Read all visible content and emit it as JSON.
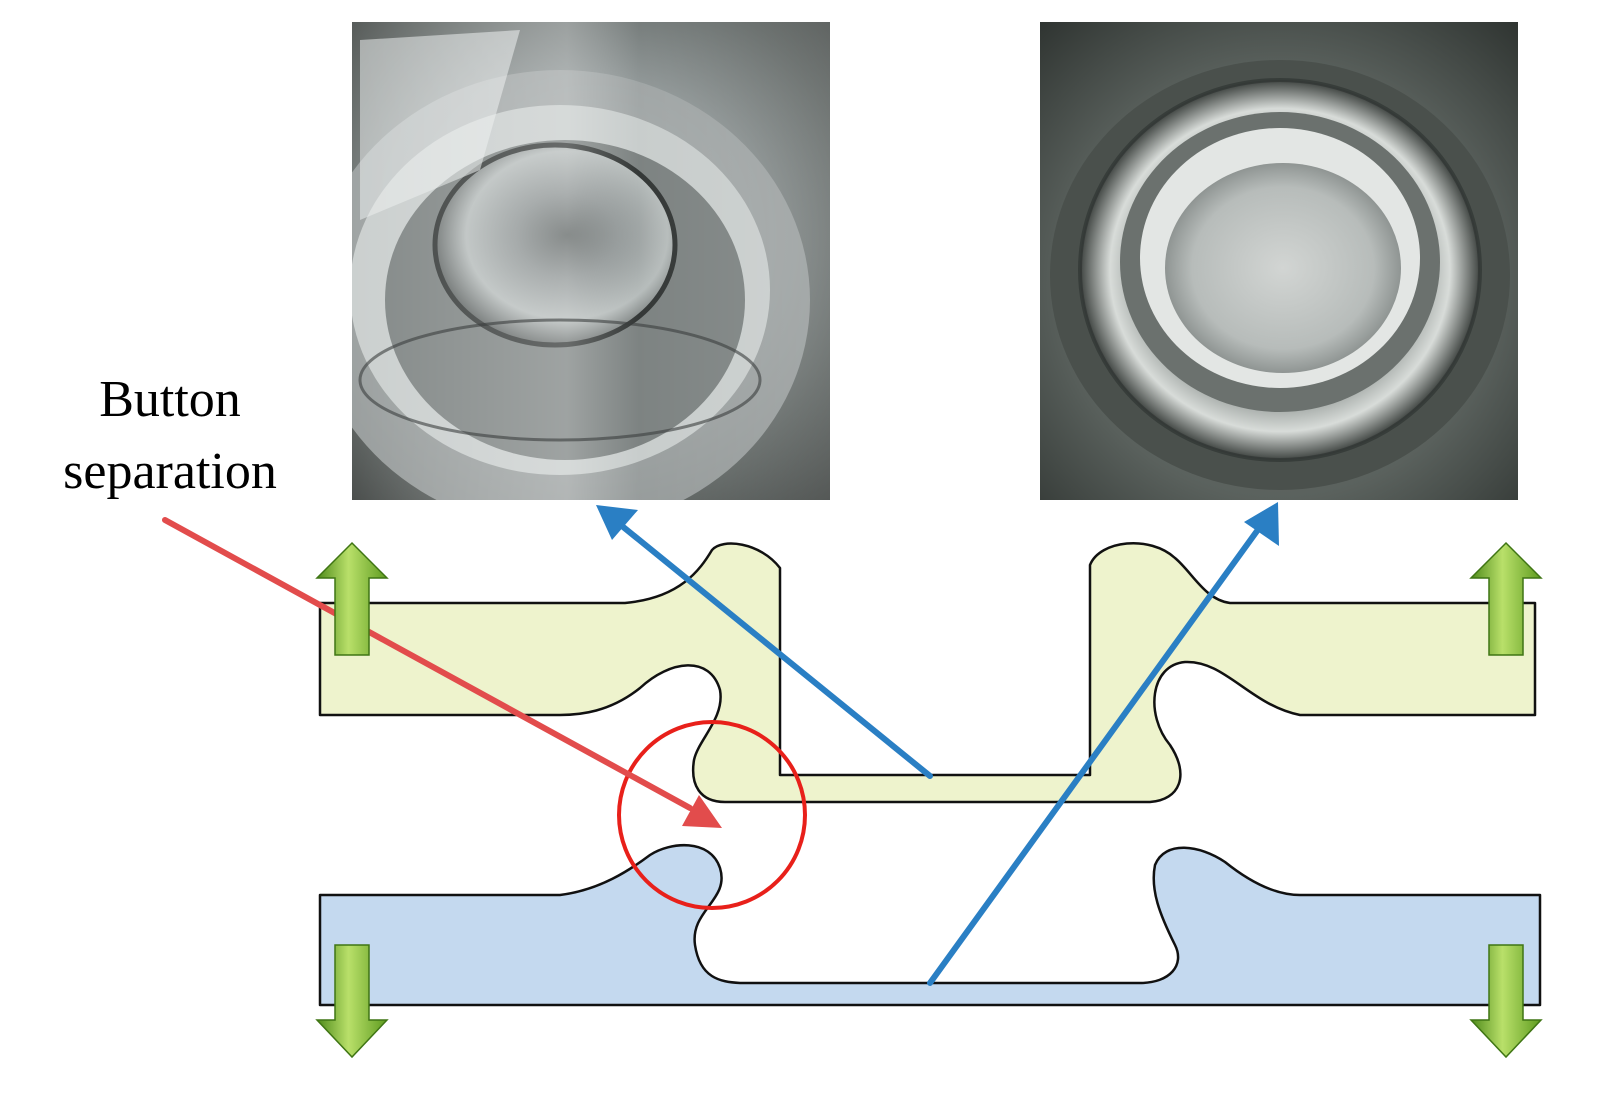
{
  "annotation": {
    "label_lines": [
      "Button",
      "separation"
    ]
  },
  "photos": [
    {
      "name": "separated-button-top-view",
      "depicts": "formed metal button with visible separation"
    },
    {
      "name": "intact-button-bottom-view",
      "depicts": "circular die impression"
    }
  ],
  "colors": {
    "upper_sheet_fill": "#eef3cd",
    "lower_sheet_fill": "#c4d9ef",
    "outline": "#111111",
    "leader_arrow": "#e24c4c",
    "highlight_circle": "#e8201a",
    "photo_arrows": "#2a7fc4",
    "force_arrow_green": "#7cb82f"
  },
  "force_arrows": [
    {
      "name": "force-arrow-up-left",
      "direction": "up"
    },
    {
      "name": "force-arrow-up-right",
      "direction": "up"
    },
    {
      "name": "force-arrow-down-left",
      "direction": "down"
    },
    {
      "name": "force-arrow-down-right",
      "direction": "down"
    }
  ]
}
